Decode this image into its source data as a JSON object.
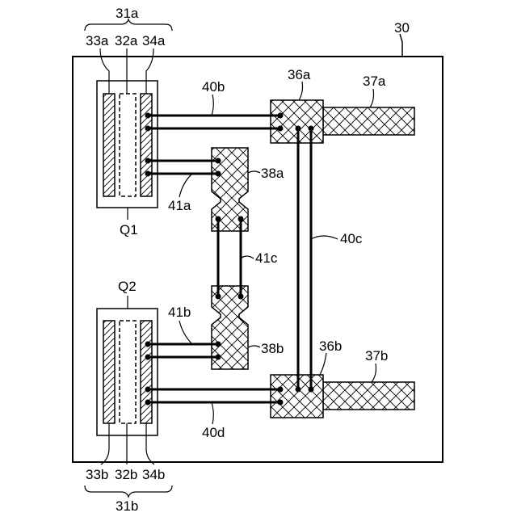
{
  "labels": {
    "module": "30",
    "chip_top": "31a",
    "chip_bottom": "31b",
    "layer_33a": "33a",
    "layer_32a": "32a",
    "layer_34a": "34a",
    "layer_33b": "33b",
    "layer_32b": "32b",
    "layer_34b": "34b",
    "q1": "Q1",
    "q2": "Q2",
    "terminal_36a": "36a",
    "terminal_36b": "36b",
    "lead_37a": "37a",
    "lead_37b": "37b",
    "pad_38a": "38a",
    "pad_38b": "38b",
    "wire_40b": "40b",
    "wire_40c": "40c",
    "wire_40d": "40d",
    "wire_41a": "41a",
    "wire_41b": "41b",
    "wire_41c": "41c"
  }
}
